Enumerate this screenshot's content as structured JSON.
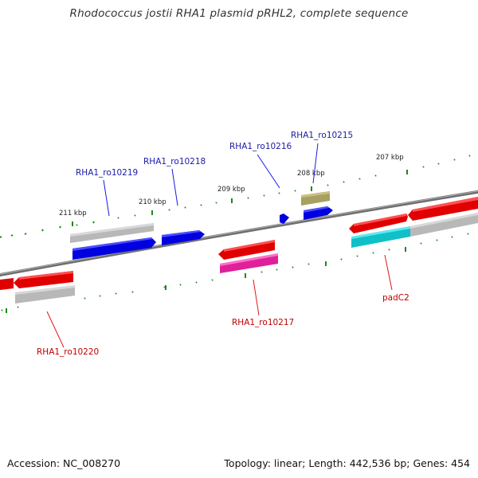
{
  "header": {
    "title": "Rhodococcus jostii RHA1 plasmid pRHL2, complete sequence"
  },
  "footer": {
    "accession": "Accession: NC_008270",
    "topology": "Topology: linear; Length: 442,536 bp; Genes: 454"
  },
  "ticks": [
    {
      "label": "211 kbp"
    },
    {
      "label": "210 kbp"
    },
    {
      "label": "209 kbp"
    },
    {
      "label": "208 kbp"
    },
    {
      "label": "207 kbp"
    }
  ],
  "genes": {
    "top": [
      {
        "name": "RHA1_ro10219"
      },
      {
        "name": "RHA1_ro10218"
      },
      {
        "name": "RHA1_ro10216"
      },
      {
        "name": "RHA1_ro10215"
      }
    ],
    "bottom": [
      {
        "name": "RHA1_ro10220"
      },
      {
        "name": "RHA1_ro10217"
      },
      {
        "name": "padC2"
      }
    ]
  },
  "colors": {
    "backbone": "#7a7a7a",
    "tick": "#1a8a1a",
    "gene_blue": "#0000e0",
    "gene_red": "#e00000",
    "gene_gray": "#b8b8b8",
    "gene_olive": "#a8a060",
    "gene_magenta": "#e0209a",
    "gene_cyan": "#10c0c8",
    "label_blue": "#1a1aa8",
    "label_red": "#c00000"
  }
}
